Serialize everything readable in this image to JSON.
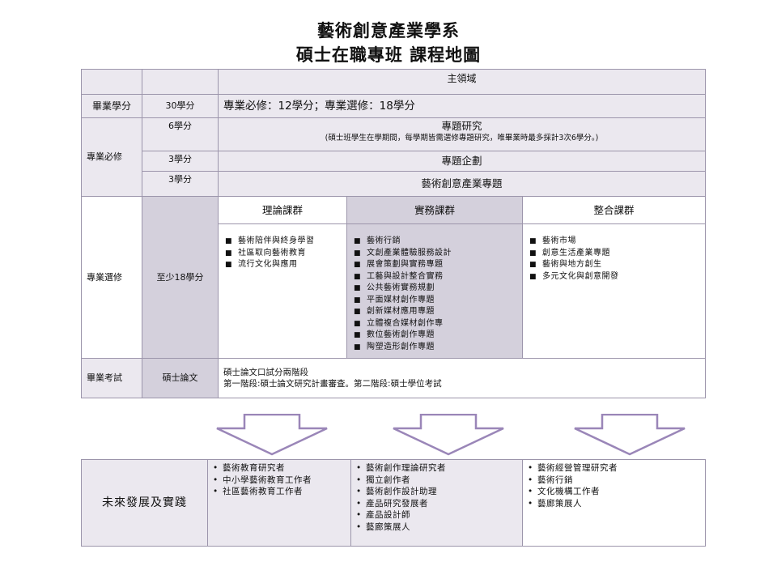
{
  "title": {
    "line1": "藝術創意產業學系",
    "line2": "碩士在職專班  課程地圖"
  },
  "table": {
    "main_domain": "主領域",
    "graduation": {
      "label": "畢業學分",
      "credits": "30學分",
      "desc": "專業必修：12學分；專業選修：18學分"
    },
    "required": {
      "label": "專業必修",
      "rows": [
        {
          "credits": "6學分",
          "course": "專題研究",
          "note": "(碩士班學生在學期間，每學期皆需選修專題研究，唯畢業時最多採計3次6學分。)"
        },
        {
          "credits": "3學分",
          "course": "專題企劃"
        },
        {
          "credits": "3學分",
          "course": "藝術創意產業專題"
        }
      ]
    },
    "elective": {
      "label": "專業選修",
      "credits": "至少18學分",
      "groups": [
        {
          "name": "理論課群",
          "courses": [
            "藝術陪伴與終身學習",
            "社區取向藝術教育",
            "流行文化與應用"
          ]
        },
        {
          "name": "實務課群",
          "courses": [
            "藝術行銷",
            "文創產業體驗服務設計",
            "展會策劃與實務專題",
            "工藝與設計整合實務",
            "公共藝術實務規劃",
            "平面媒材創作專題",
            "創新媒材應用專題",
            "立體複合媒材創作專",
            "數位藝術創作專題",
            "陶塑造形創作專題"
          ]
        },
        {
          "name": "整合課群",
          "courses": [
            "藝術市場",
            "創意生活產業專題",
            "藝術與地方創生",
            "多元文化與創意開發"
          ]
        }
      ]
    },
    "exam": {
      "label": "畢業考試",
      "item": "碩士論文",
      "desc1": "碩士論文口試分兩階段",
      "desc2": "第一階段:碩士論文研究計畫審查。第二階段:碩士學位考試"
    }
  },
  "future": {
    "label": "未來發展及實踐",
    "columns": [
      [
        "藝術教育研究者",
        "中小學藝術教育工作者",
        "社區藝術教育工作者"
      ],
      [
        "藝術創作理論研究者",
        "獨立創作者",
        "藝術創作設計助理",
        "產品研究發展者",
        "產品設計師",
        "藝廊策展人"
      ],
      [
        "藝術經營管理研究者",
        "藝術行銷",
        "文化機構工作者",
        "藝廊策展人"
      ]
    ]
  },
  "colors": {
    "border": "#9c95ab",
    "light_fill": "#ebe8ef",
    "dark_fill": "#d4d0dc",
    "arrow": "#9a86b8"
  }
}
